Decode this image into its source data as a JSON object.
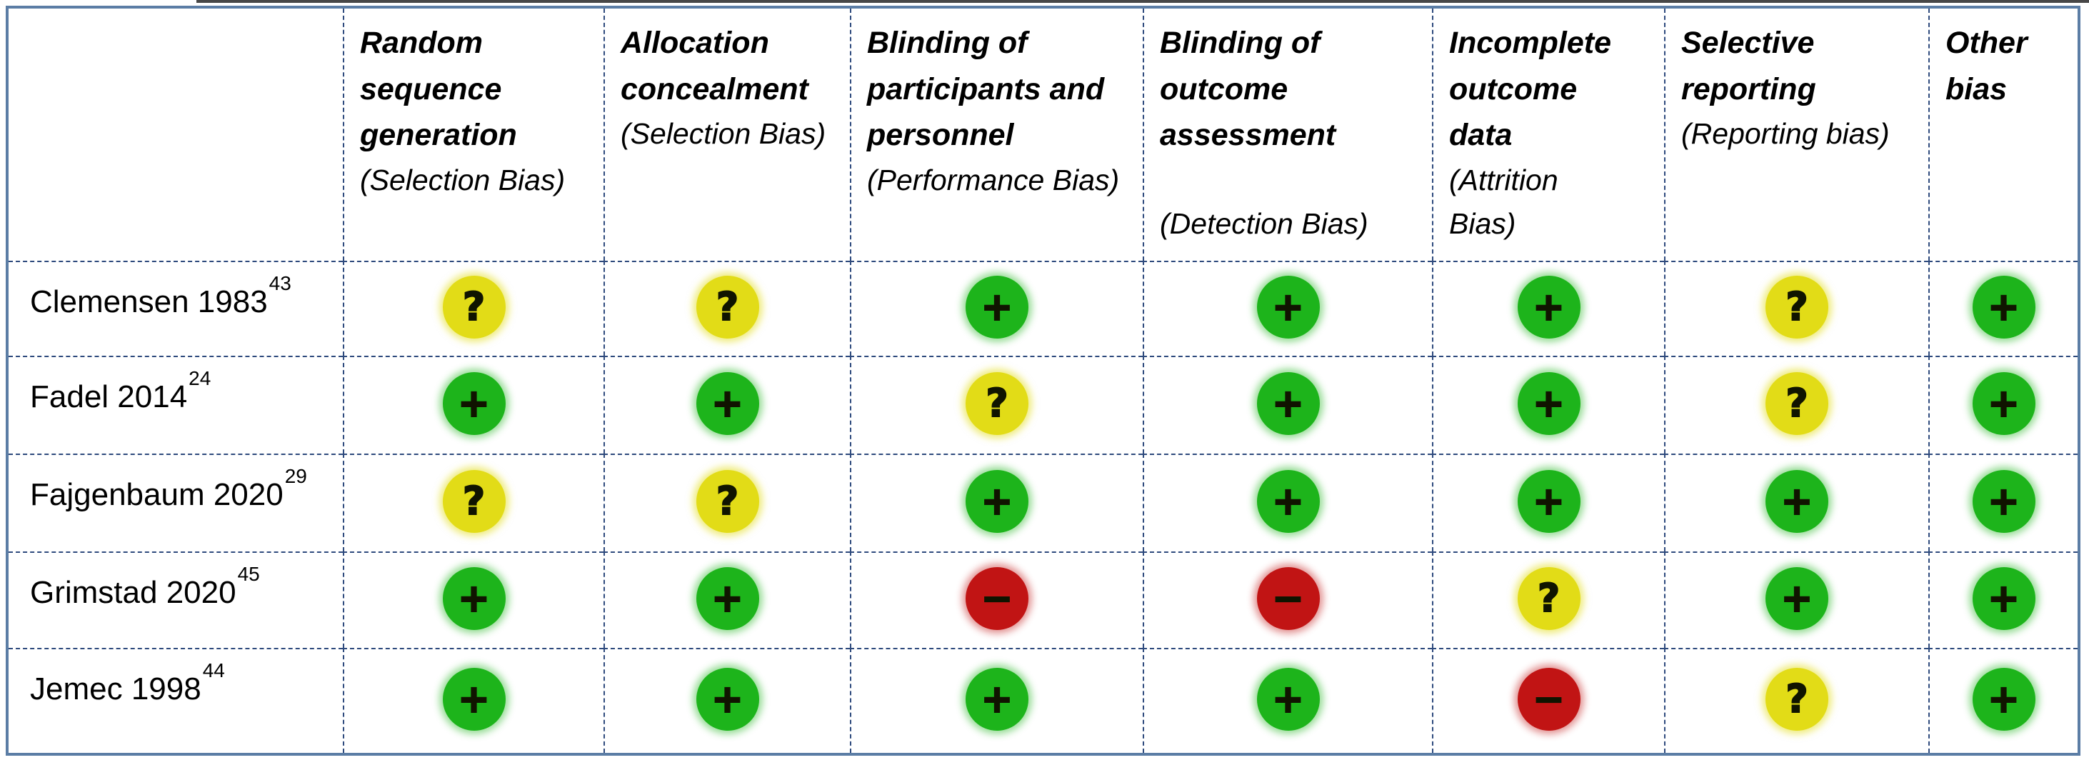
{
  "table": {
    "corner_label": "",
    "columns": [
      {
        "label": "Random\nsequence\ngeneration",
        "sub": "(Selection Bias)"
      },
      {
        "label": "Allocation\nconcealment",
        "sub": "(Selection Bias)"
      },
      {
        "label": "Blinding of\nparticipants and\npersonnel",
        "sub": "(Performance Bias)"
      },
      {
        "label": "Blinding of\noutcome\nassessment",
        "sub": "\n(Detection Bias)"
      },
      {
        "label": "Incomplete\noutcome\ndata",
        "sub": "(Attrition\nBias)"
      },
      {
        "label": "Selective\nreporting",
        "sub": "(Reporting bias)"
      },
      {
        "label": "Other\nbias",
        "sub": ""
      }
    ],
    "rows": [
      {
        "study": "Clemensen 1983",
        "ref": "43",
        "ratings": [
          "unclear",
          "unclear",
          "low",
          "low",
          "low",
          "unclear",
          "low"
        ]
      },
      {
        "study": "Fadel 2014",
        "ref": "24",
        "ratings": [
          "low",
          "low",
          "unclear",
          "low",
          "low",
          "unclear",
          "low"
        ]
      },
      {
        "study": "Fajgenbaum 2020",
        "ref": "29",
        "ratings": [
          "unclear",
          "unclear",
          "low",
          "low",
          "low",
          "low",
          "low"
        ]
      },
      {
        "study": "Grimstad 2020",
        "ref": "45",
        "ratings": [
          "low",
          "low",
          "high",
          "high",
          "unclear",
          "low",
          "low"
        ]
      },
      {
        "study": "Jemec 1998",
        "ref": "44",
        "ratings": [
          "low",
          "low",
          "low",
          "low",
          "high",
          "unclear",
          "low"
        ]
      }
    ],
    "legend": {
      "low": {
        "symbol": "+",
        "color": "#1db41b"
      },
      "unclear": {
        "symbol": "?",
        "color": "#e2dc17"
      },
      "high": {
        "symbol": "−",
        "color": "#c11414"
      }
    },
    "frame_colors": {
      "outer_border": "#5b7da5",
      "grid_dashes": "#2e4a7d"
    }
  }
}
